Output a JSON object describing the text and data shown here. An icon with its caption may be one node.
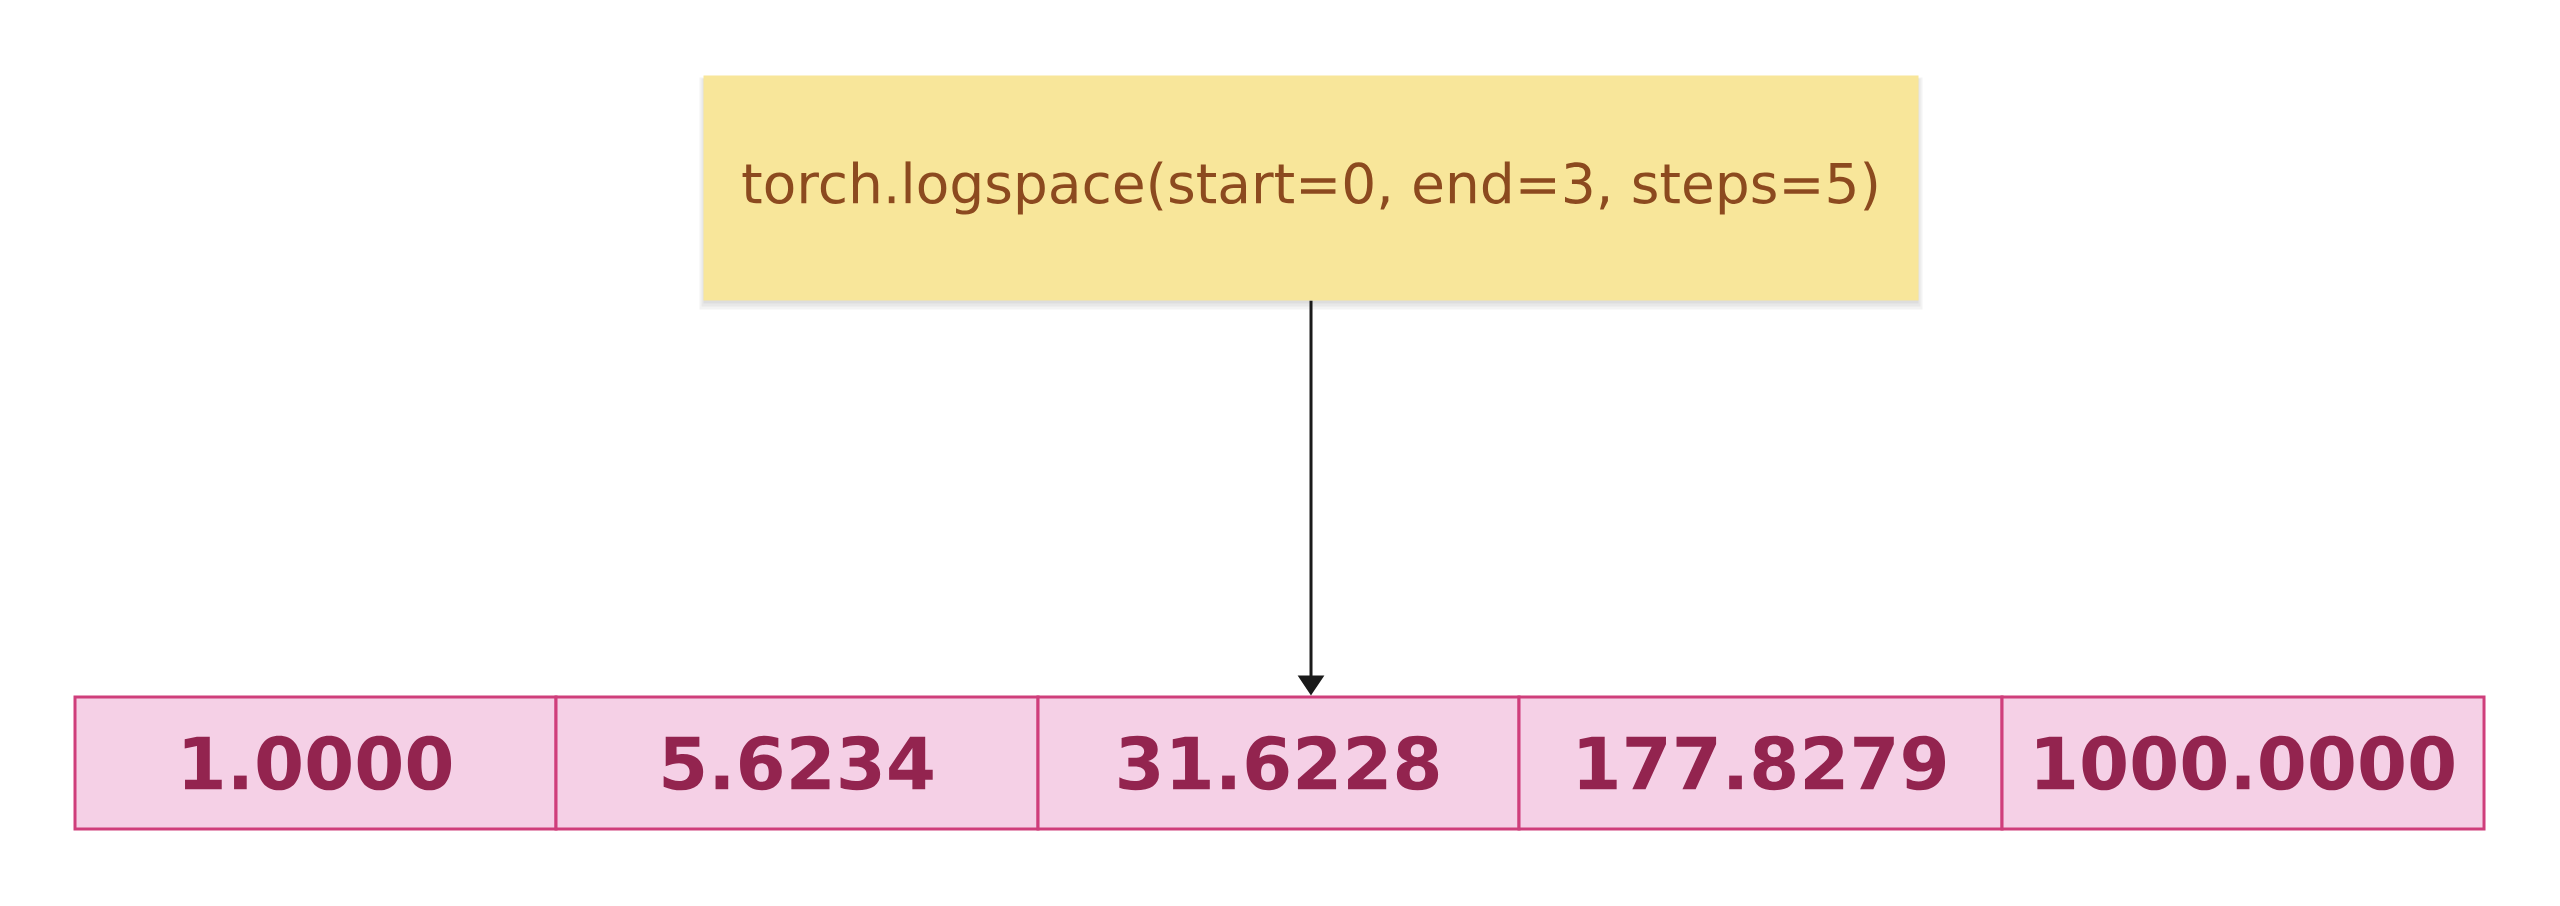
{
  "diagram": {
    "nodes": [
      {
        "text": [
          "torch.logspace(start=0, end=3, steps=5)"
        ]
      },
      {
        "text": [
          "1.0000"
        ]
      },
      {
        "text": [
          "5.6234"
        ]
      },
      {
        "text": [
          "31.6228"
        ]
      },
      {
        "text": [
          "177.8279"
        ]
      },
      {
        "text": [
          "1000.0000"
        ]
      }
    ],
    "edges": [
      {
        "from": 0,
        "to": 3,
        "arrow": "to"
      }
    ]
  }
}
